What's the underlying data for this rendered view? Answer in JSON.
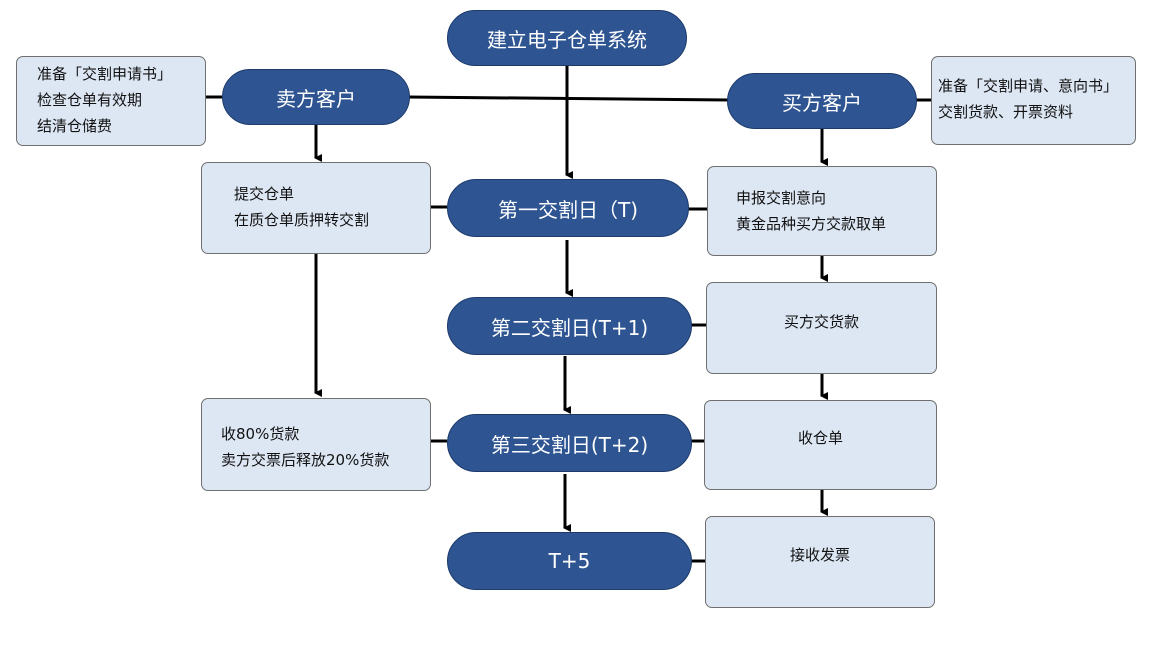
{
  "nodes": {
    "system": "建立电子仓单系统",
    "seller": "卖方客户",
    "buyer": "买方客户",
    "day1": "第一交割日（T)",
    "day2": "第二交割日(T+1)",
    "day3": "第三交割日(T+2)",
    "day5": "T+5"
  },
  "boxes": {
    "seller_prep": [
      "准备「交割申请书」",
      "检查仓单有效期",
      "结清仓储费"
    ],
    "buyer_prep": [
      "准备「交割申请、意向书」",
      "交割货款、开票资料"
    ],
    "seller_t": [
      "提交仓单",
      "在质仓单质押转交割"
    ],
    "buyer_t": [
      "申报交割意向",
      "黄金品种买方交款取单"
    ],
    "buyer_t1": "买方交货款",
    "seller_t2": [
      "收80%货款",
      "卖方交票后释放20%货款"
    ],
    "buyer_t2": "收仓单",
    "buyer_t5": "接收发票"
  },
  "colors": {
    "pill_fill": "#2e5592",
    "box_fill": "#dde7f4",
    "line": "#000000"
  }
}
